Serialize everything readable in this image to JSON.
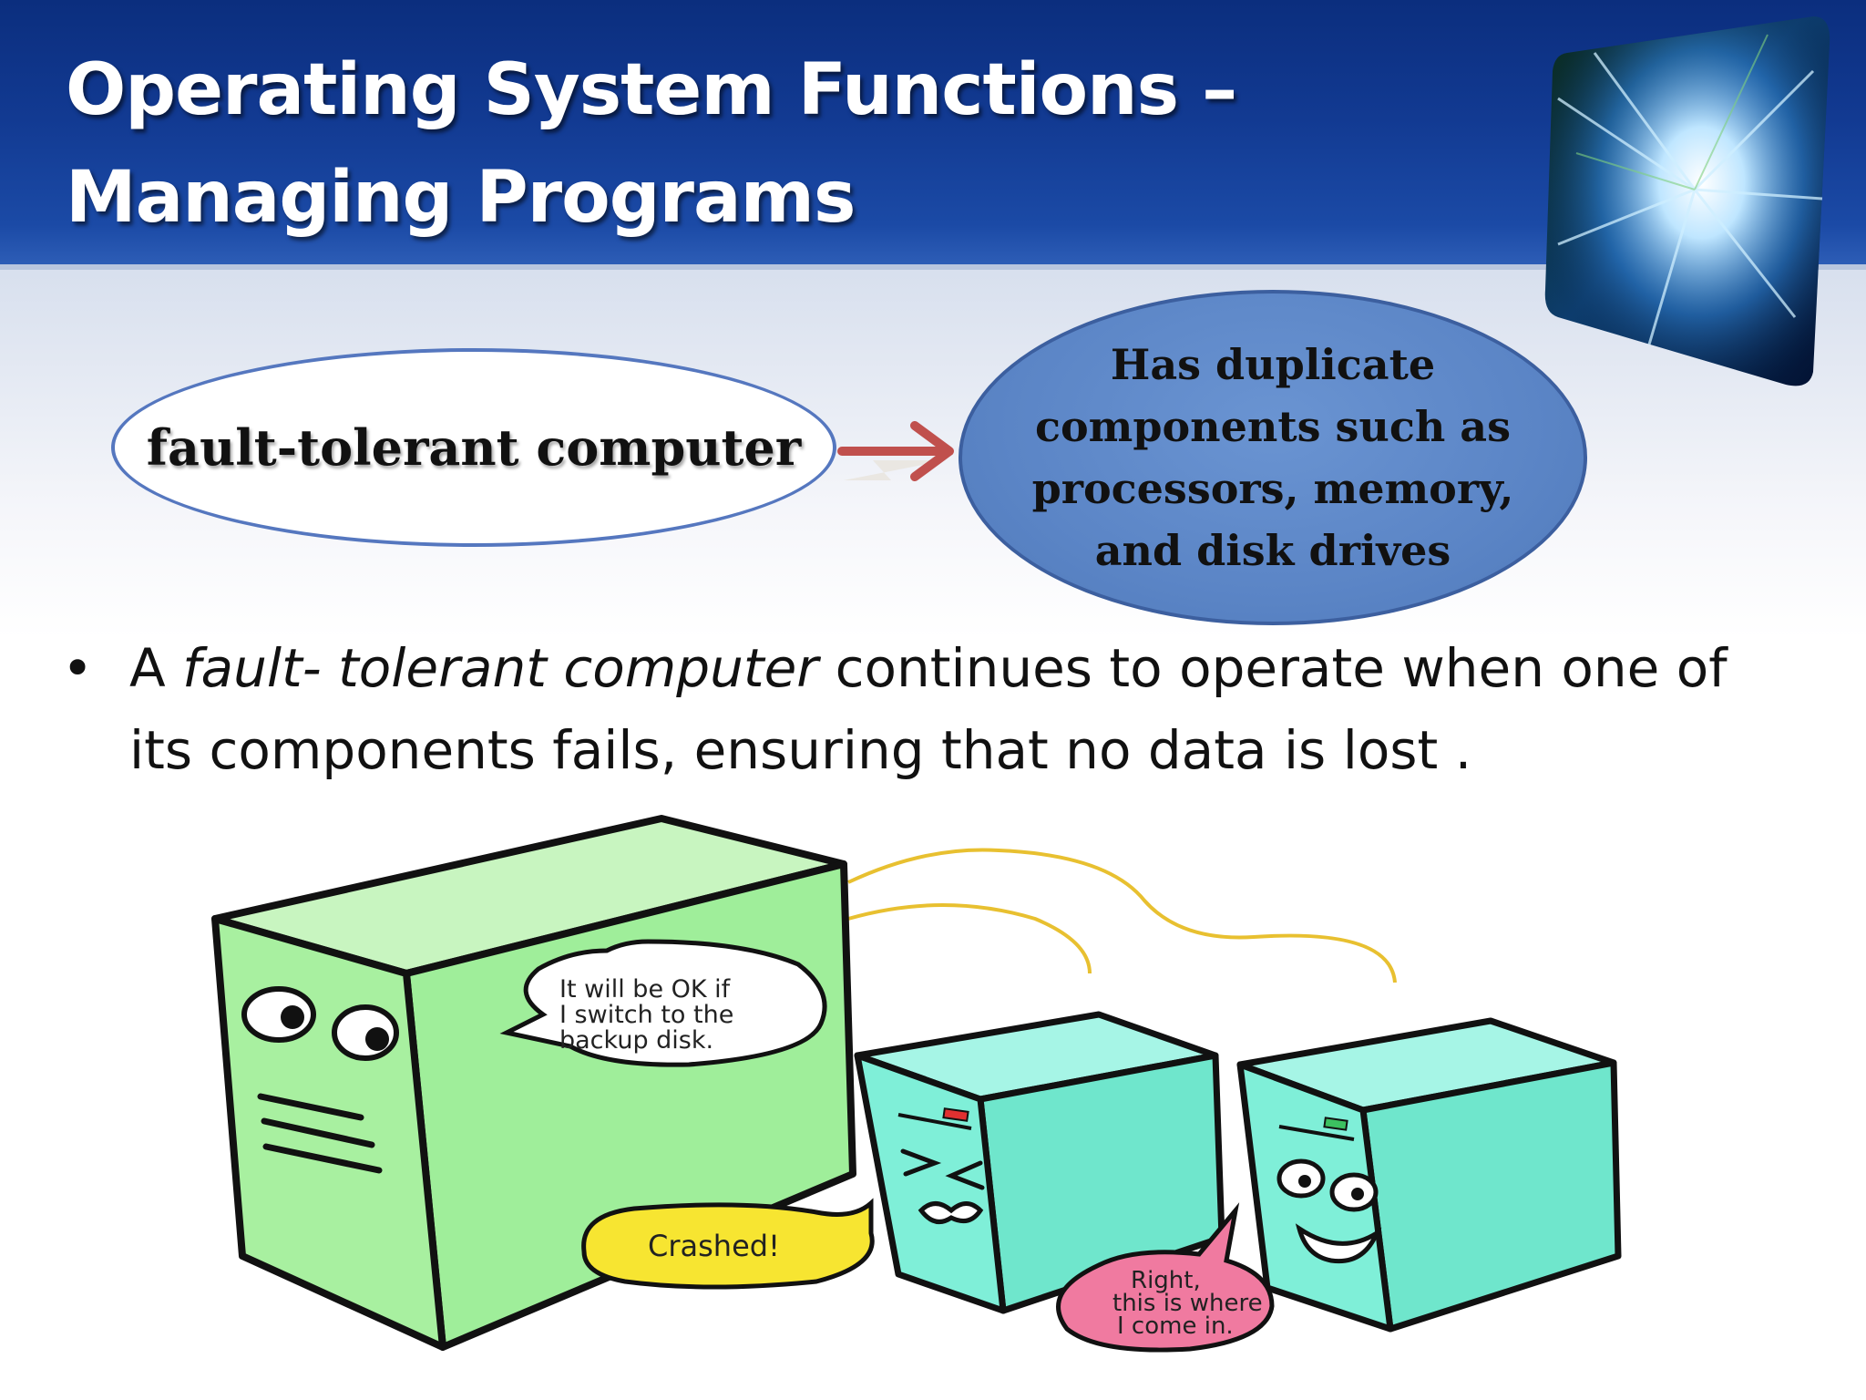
{
  "slide": {
    "title_line1": "Operating System Functions –",
    "title_line2": "Managing Programs"
  },
  "diagram": {
    "left_label": "fault-tolerant computer",
    "right_lines": [
      "Has duplicate",
      "components such as",
      "processors, memory,",
      "and disk drives"
    ]
  },
  "bullet": {
    "prefix": "A ",
    "italic_term": "fault- tolerant computer",
    "rest_line1": " continues to operate when one of",
    "rest_line2": "its components fails, ensuring  that no data is lost ."
  },
  "illustration": {
    "speech_main": [
      "It will be OK if",
      "I switch to the",
      "backup disk."
    ],
    "speech_crashed": "Crashed!",
    "speech_backup": [
      "Right,",
      "this is where",
      "I come in."
    ]
  },
  "colors": {
    "header_blue": "#123a92",
    "right_ellipse_fill": "#5b85c6",
    "arrow_red": "#c0504d",
    "main_computer_green": "#a8f0a0",
    "small_computer_cyan": "#7fefd8",
    "cable_yellow": "#e8c030"
  }
}
